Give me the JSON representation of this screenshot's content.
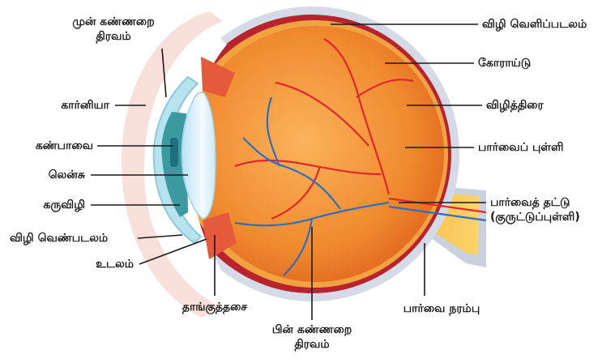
{
  "labels": {
    "anterior_chamber": "முன் கண்ணறை\nதிரவம்",
    "cornea": "கார்னியா",
    "pupil": "கண்பாவை",
    "lens": "லென்சு",
    "iris": "கருவிழி",
    "conjunctiva": "விழி வெண்படலம்",
    "ciliary_body": "உடலம்",
    "ciliary_muscle": "தாங்குத்தசை",
    "vitreous": "பின் கண்ணறை\nதிரவம்",
    "optic_nerve": "பார்வை நரம்பு",
    "optic_disc": "பார்வைத் தட்டு\n(குருட்டுப்புள்ளி)",
    "fovea": "பார்வைப் புள்ளி",
    "retina": "விழித்திரை",
    "choroid": "கோராய்டு",
    "sclera": "விழி வெளிப்படலம்"
  },
  "colors": {
    "sclera": "#d4dbe6",
    "choroid": "#b8232d",
    "retina": "#f2a341",
    "vitreous": "#f08a2e",
    "iris": "#3a9aa0",
    "lens": "#dff2fb",
    "optic_nerve": "#f9c64b",
    "artery": "#e3262d",
    "vein": "#2c6fc0"
  }
}
